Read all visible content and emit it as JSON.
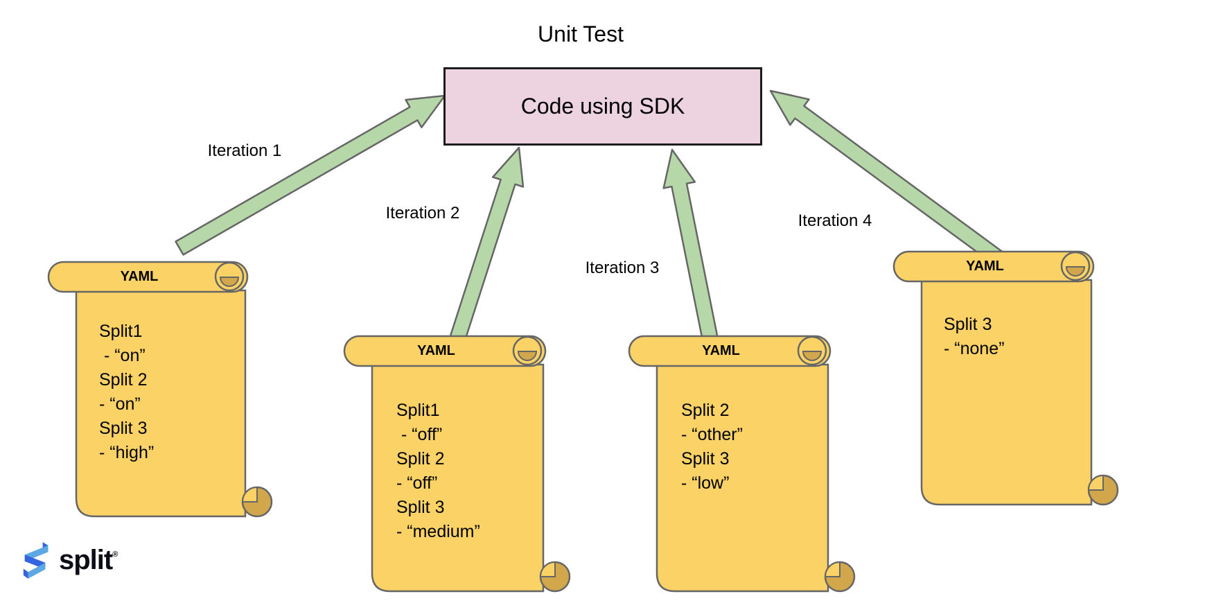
{
  "diagram": {
    "title": "Unit Test",
    "sdk_box": {
      "label": "Code using SDK"
    },
    "edges": [
      {
        "label": "Iteration 1",
        "from": "yaml-scroll-1",
        "to": "sdk-box"
      },
      {
        "label": "Iteration 2",
        "from": "yaml-scroll-2",
        "to": "sdk-box"
      },
      {
        "label": "Iteration 3",
        "from": "yaml-scroll-3",
        "to": "sdk-box"
      },
      {
        "label": "Iteration 4",
        "from": "yaml-scroll-4",
        "to": "sdk-box"
      }
    ],
    "scrolls": [
      {
        "header": "YAML",
        "lines": [
          "Split1",
          " - “on”",
          "Split 2",
          "- “on”",
          "Split 3",
          "- “high”"
        ]
      },
      {
        "header": "YAML",
        "lines": [
          "Split1",
          " - “off”",
          "Split 2",
          "- “off”",
          "Split 3",
          "- “medium”"
        ]
      },
      {
        "header": "YAML",
        "lines": [
          "Split 2",
          "- “other”",
          "Split 3",
          "- “low”"
        ]
      },
      {
        "header": "YAML",
        "lines": [
          "Split 3",
          "- “none”"
        ]
      }
    ],
    "logo": {
      "wordmark": "split",
      "registered_mark": "®"
    },
    "colors": {
      "scroll_fill": "#FBD266",
      "scroll_curl": "#D2A74B",
      "shape_outline": "#666666",
      "arrow_fill": "#B6D7A8",
      "box_fill": "#ECD3DF",
      "box_border": "#1C1C1C",
      "logo_dark_blue": "#3363DF",
      "logo_light_blue": "#5BA8E5",
      "text": "#000000"
    }
  }
}
